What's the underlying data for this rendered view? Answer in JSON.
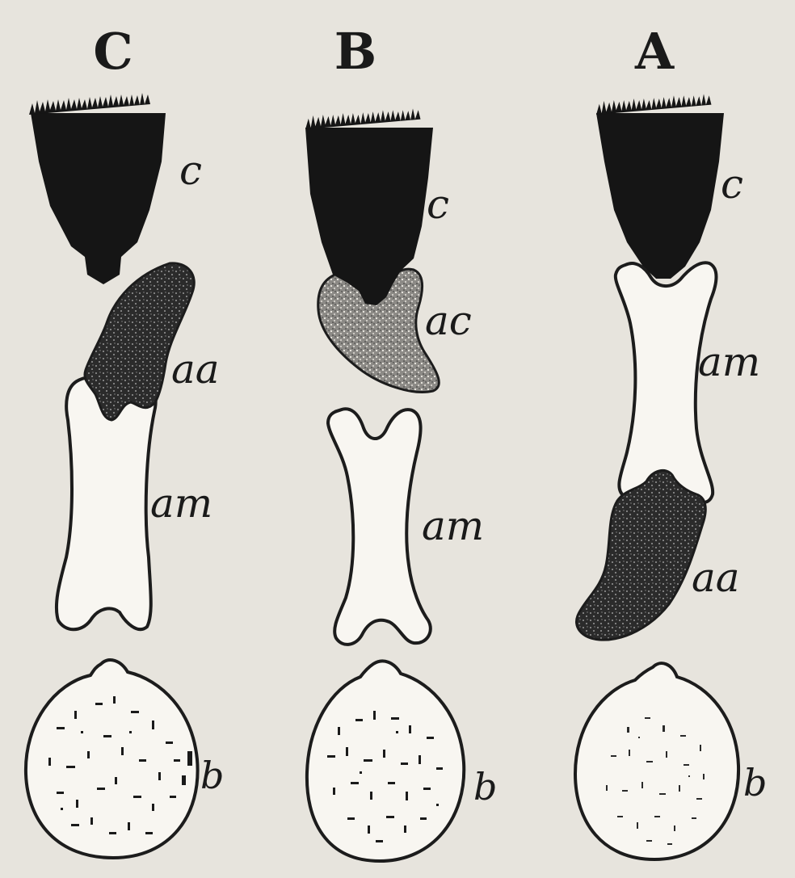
{
  "columns": [
    {
      "letter": "C",
      "labels": {
        "top": "c",
        "middle": "aa",
        "lower": "am",
        "bottom": "b"
      }
    },
    {
      "letter": "B",
      "labels": {
        "top": "c",
        "middle": "ac",
        "lower": "am",
        "bottom": "b"
      }
    },
    {
      "letter": "A",
      "labels": {
        "top": "c",
        "middle": "am",
        "lower": "aa",
        "bottom": "b"
      }
    }
  ],
  "colors": {
    "background": "#e7e4dd",
    "ink": "#151515",
    "paper": "#f8f6f1"
  }
}
